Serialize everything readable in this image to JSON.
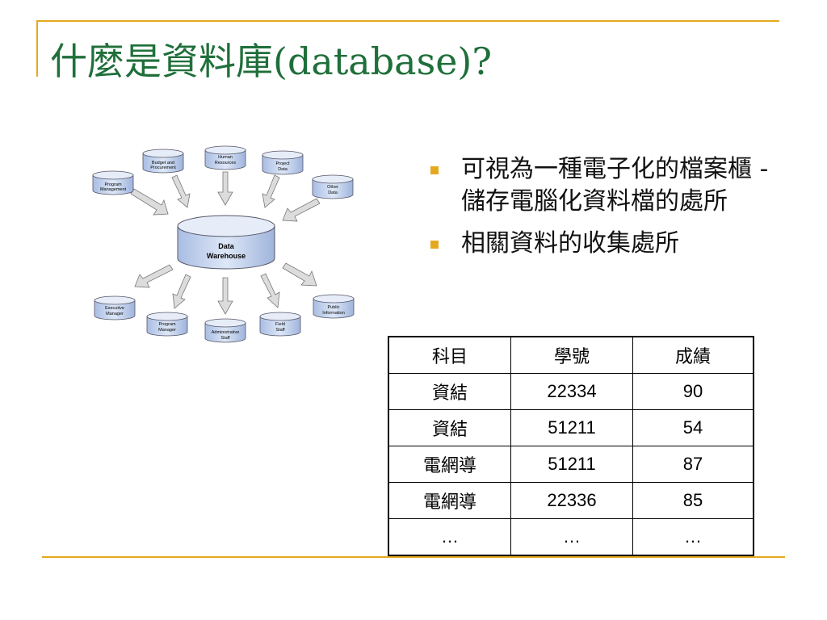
{
  "slide": {
    "title": "什麼是資料庫(database)?",
    "bullets": [
      "可視為一種電子化的檔案櫃 - 儲存電腦化資料檔的處所",
      "相關資料的收集處所"
    ]
  },
  "diagram": {
    "center": {
      "line1": "Data",
      "line2": "Warehouse"
    },
    "sources": [
      {
        "line1": "Program",
        "line2": "Management"
      },
      {
        "line1": "Budget and",
        "line2": "Procurement"
      },
      {
        "line1": "Human",
        "line2": "Resources"
      },
      {
        "line1": "Project",
        "line2": "Data"
      },
      {
        "line1": "Other",
        "line2": "Data"
      }
    ],
    "consumers": [
      {
        "line1": "Executive",
        "line2": "Manager"
      },
      {
        "line1": "Program",
        "line2": "Manager"
      },
      {
        "line1": "Administrative",
        "line2": "Staff"
      },
      {
        "line1": "Field",
        "line2": "Staff"
      },
      {
        "line1": "Public",
        "line2": "Information"
      }
    ]
  },
  "table": {
    "headers": [
      "科目",
      "學號",
      "成績"
    ],
    "rows": [
      [
        "資結",
        "22334",
        "90"
      ],
      [
        "資結",
        "51211",
        "54"
      ],
      [
        "電網導",
        "51211",
        "87"
      ],
      [
        "電網導",
        "22336",
        "85"
      ],
      [
        "…",
        "…",
        "…"
      ]
    ]
  },
  "colors": {
    "accent": "#e5a91f",
    "title": "#1f6f3a",
    "cylinder_fill": "#c9d7f0",
    "cylinder_top": "#e3ebf8",
    "arrow_fill": "#d9d9d9"
  }
}
